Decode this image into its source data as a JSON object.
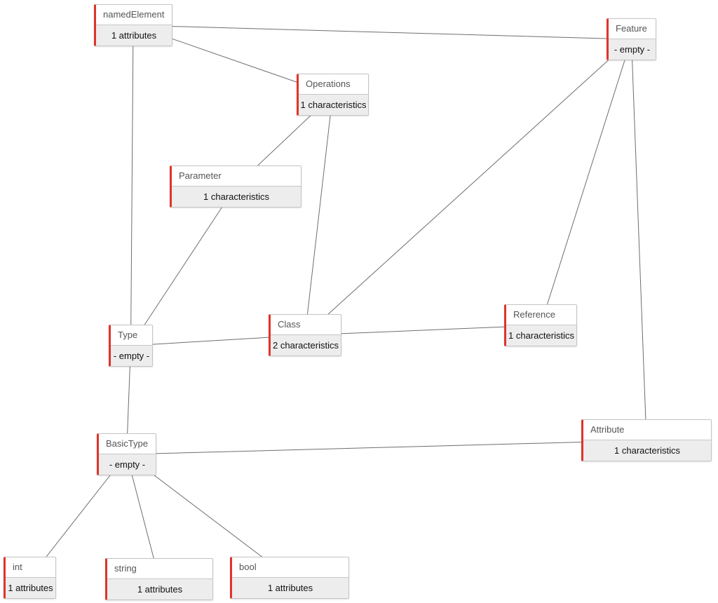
{
  "diagram": {
    "line_color": "#6e6e6e",
    "accent_color": "#e0342a",
    "nodes": [
      {
        "id": "namedElement",
        "name": "namedElement",
        "detail": "1 attributes"
      },
      {
        "id": "Feature",
        "name": "Feature",
        "detail": "- empty -"
      },
      {
        "id": "Operations",
        "name": "Operations",
        "detail": "1 characteristics"
      },
      {
        "id": "Parameter",
        "name": "Parameter",
        "detail": "1 characteristics"
      },
      {
        "id": "Type",
        "name": "Type",
        "detail": "- empty -"
      },
      {
        "id": "Class",
        "name": "Class",
        "detail": "2 characteristics"
      },
      {
        "id": "Reference",
        "name": "Reference",
        "detail": "1 characteristics"
      },
      {
        "id": "BasicType",
        "name": "BasicType",
        "detail": "- empty -"
      },
      {
        "id": "Attribute",
        "name": "Attribute",
        "detail": "1 characteristics"
      },
      {
        "id": "int",
        "name": "int",
        "detail": "1 attributes"
      },
      {
        "id": "string",
        "name": "string",
        "detail": "1 attributes"
      },
      {
        "id": "bool",
        "name": "bool",
        "detail": "1 attributes"
      }
    ],
    "edges": [
      [
        "namedElement",
        "Feature"
      ],
      [
        "namedElement",
        "Operations"
      ],
      [
        "namedElement",
        "Type"
      ],
      [
        "Operations",
        "Parameter"
      ],
      [
        "Operations",
        "Class"
      ],
      [
        "Parameter",
        "Type"
      ],
      [
        "Feature",
        "Class"
      ],
      [
        "Feature",
        "Reference"
      ],
      [
        "Feature",
        "Attribute"
      ],
      [
        "Type",
        "Class"
      ],
      [
        "Class",
        "Reference"
      ],
      [
        "Type",
        "BasicType"
      ],
      [
        "BasicType",
        "Attribute"
      ],
      [
        "BasicType",
        "int"
      ],
      [
        "BasicType",
        "string"
      ],
      [
        "BasicType",
        "bool"
      ]
    ]
  }
}
